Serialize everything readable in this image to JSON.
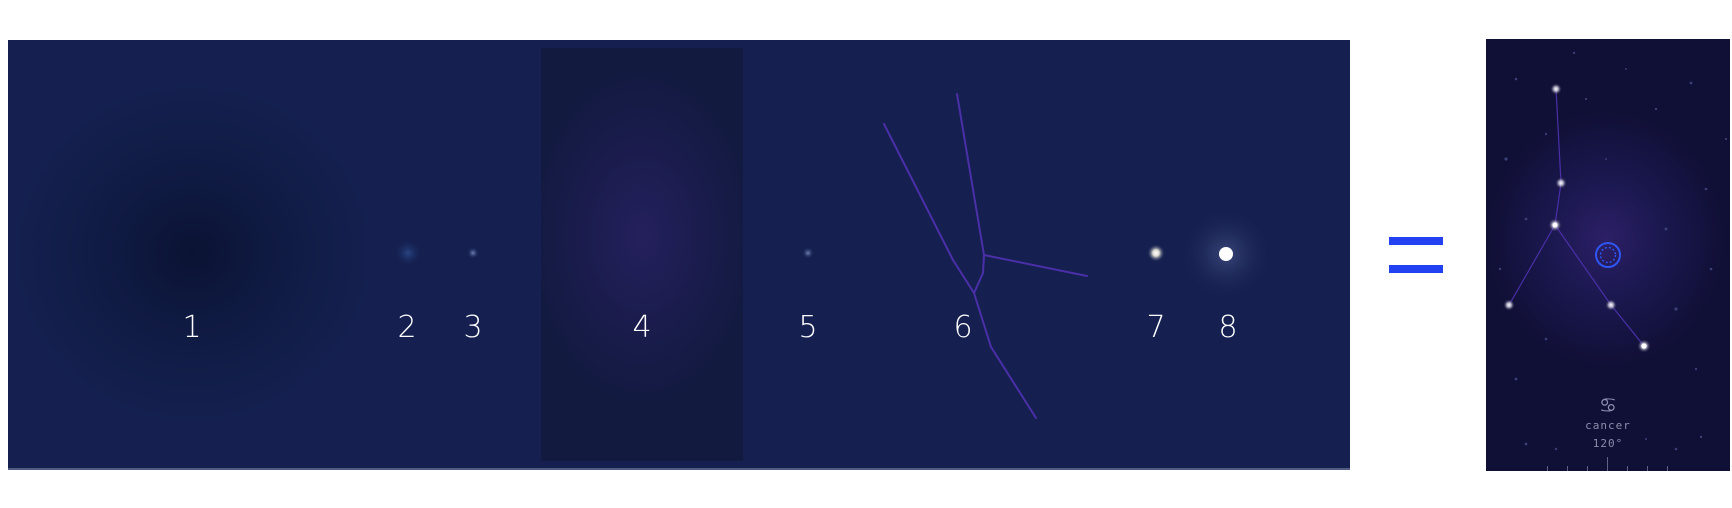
{
  "layers": [
    {
      "label": "1",
      "name": "dark-vignette"
    },
    {
      "label": "2",
      "name": "blue-glow-dot"
    },
    {
      "label": "3",
      "name": "small-star"
    },
    {
      "label": "4",
      "name": "purple-nebula-panel"
    },
    {
      "label": "5",
      "name": "faint-star"
    },
    {
      "label": "6",
      "name": "constellation-lines"
    },
    {
      "label": "7",
      "name": "medium-star"
    },
    {
      "label": "8",
      "name": "bright-star"
    }
  ],
  "equals_symbol": "=",
  "phone": {
    "sign_glyph": "♋",
    "sign_name": "cancer",
    "degrees": "120°"
  },
  "colors": {
    "panel_bg": "#152050",
    "accent_blue": "#2241f0",
    "constellation_line": "#4a2fa8",
    "phone_bg": "#100f35"
  },
  "icons": {
    "phone_center": "planet-ring-icon",
    "zodiac": "cancer-zodiac-icon"
  }
}
